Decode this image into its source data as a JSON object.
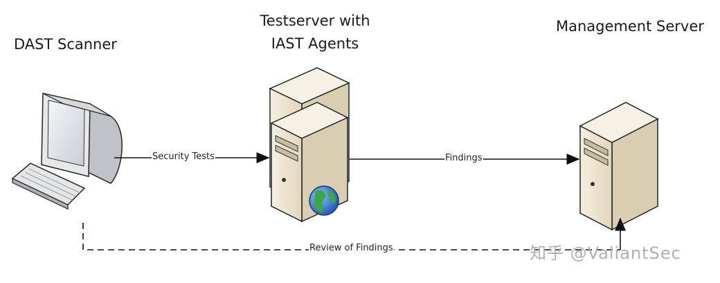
{
  "nodes": {
    "dast": {
      "label": "DAST Scanner"
    },
    "testserver": {
      "label_line1": "Testserver with",
      "label_line2": "IAST Agents"
    },
    "management": {
      "label": "Management Server"
    }
  },
  "edges": {
    "security_tests": "Security Tests",
    "findings": "Findings",
    "review": "Review of Findings"
  },
  "watermark": "知乎 @ValiantSec",
  "colors": {
    "server_front": "#efe8d8",
    "server_side": "#d9cdb2",
    "server_top": "#f6f1e4",
    "outline": "#222222",
    "globe_blue": "#2f6fd1",
    "globe_green": "#3aa845"
  }
}
